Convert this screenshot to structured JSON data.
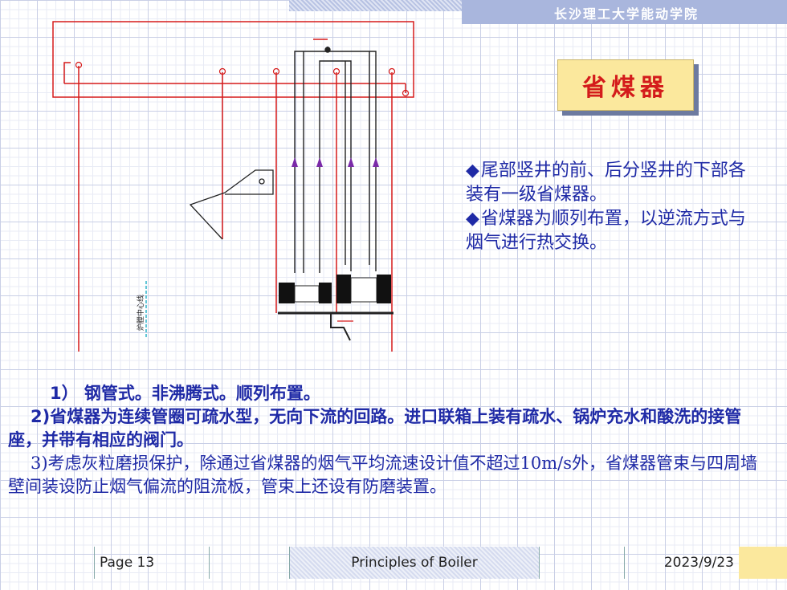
{
  "header": {
    "school": "长沙理工大学能动学院"
  },
  "diagram": {
    "label": "炉膛中心线"
  },
  "title": "省煤器",
  "bullets": [
    "尾部竖井的前、后分竖井的下部各装有一级省煤器。",
    "省煤器为顺列布置，以逆流方式与烟气进行热交换。"
  ],
  "bullet_marker": "◆",
  "body": {
    "p1": "1） 钢管式。非沸腾式。顺列布置。",
    "p2": "2)省煤器为连续管圈可疏水型，无向下流的回路。进口联箱上装有疏水、锅炉充水和酸洗的接管座，并带有相应的阀门。",
    "p3": "3)考虑灰粒磨损保护，除通过省煤器的烟气平均流速设计值不超过10m/s外，省煤器管束与四周墙壁间装设防止烟气偏流的阻流板，管束上还设有防磨装置。"
  },
  "footer": {
    "page": "Page 13",
    "course": "Principles of Boiler",
    "date": "2023/9/23"
  },
  "colors": {
    "text_blue": "#1f2aa6",
    "title_red": "#d41b1b",
    "title_bg": "#fbe89d",
    "line_red": "#d61a1a",
    "header_band": "#a9b6dd"
  }
}
